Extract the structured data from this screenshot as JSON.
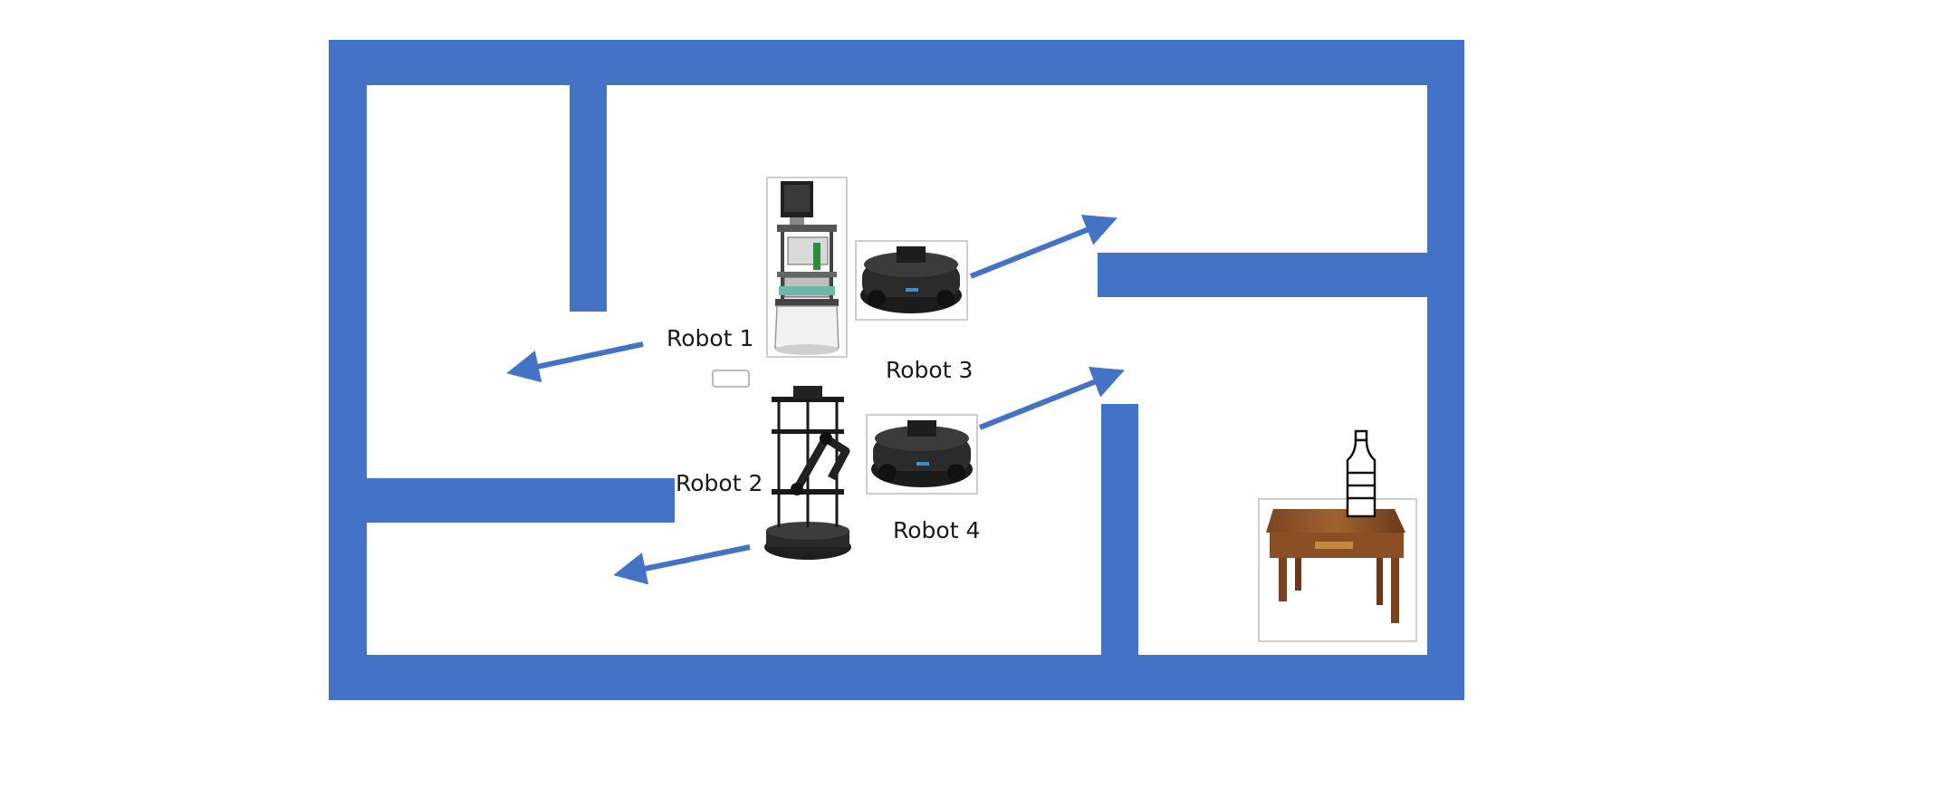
{
  "diagram": {
    "colors": {
      "wall": "#4472c4",
      "arrow": "#4472c4",
      "frame": "#bfbfbf",
      "background": "#ffffff"
    },
    "robots": [
      {
        "id": "robot-1",
        "label": "Robot 1",
        "icon": "service-robot-tower-icon"
      },
      {
        "id": "robot-2",
        "label": "Robot 2",
        "icon": "robot-arm-base-icon"
      },
      {
        "id": "robot-3",
        "label": "Robot 3",
        "icon": "turtlebot-icon"
      },
      {
        "id": "robot-4",
        "label": "Robot 4",
        "icon": "turtlebot-icon"
      }
    ],
    "objects": [
      {
        "id": "table",
        "icon": "wooden-table-icon"
      },
      {
        "id": "bottle",
        "icon": "water-bottle-icon"
      }
    ]
  }
}
